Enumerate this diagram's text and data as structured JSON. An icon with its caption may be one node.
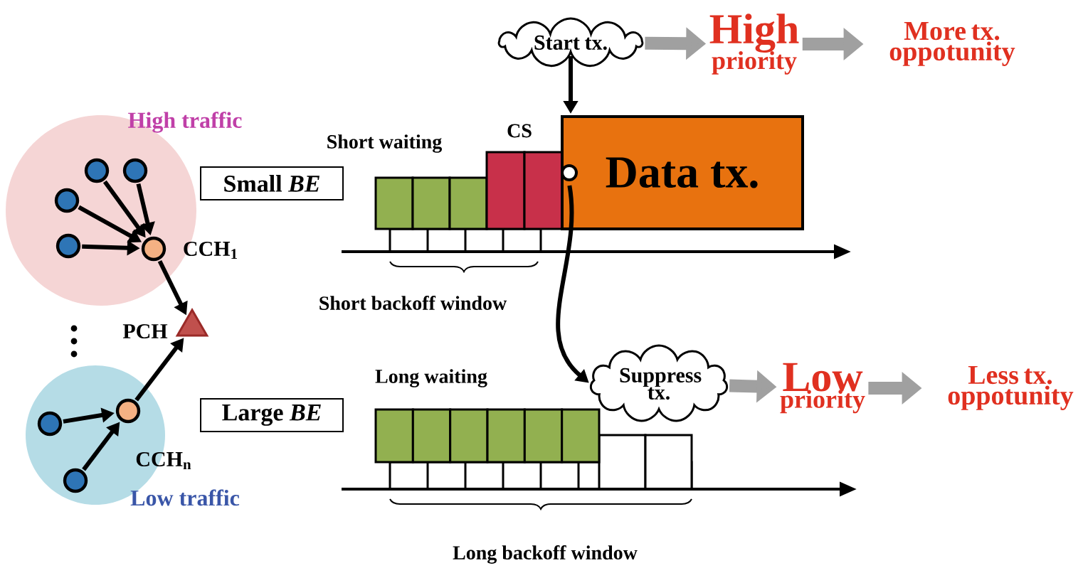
{
  "diagram": {
    "nodes": [
      {
        "text": [
          "High traffic"
        ]
      },
      {
        "text": [],
        "shape": "circle",
        "in": 0
      },
      {
        "text": [],
        "shape": "circle",
        "in": 0
      },
      {
        "text": [],
        "shape": "circle",
        "in": 0
      },
      {
        "text": [],
        "shape": "circle",
        "in": 0
      },
      {
        "text": [],
        "shape": "circle",
        "in": 0,
        "beside": [
          "CCH$_{1}$"
        ]
      },
      {
        "text": [],
        "shape": "triangle",
        "beside": [
          "PCH"
        ]
      },
      {
        "text": [
          "Low traffic"
        ]
      },
      {
        "text": [],
        "shape": "circle",
        "in": 7,
        "beside": [
          "CCH$_{n}$"
        ]
      },
      {
        "text": [],
        "shape": "circle",
        "in": 7
      },
      {
        "text": [],
        "shape": "circle",
        "in": 7
      },
      {
        "text": [
          "Small *BE*"
        ]
      },
      {
        "text": [
          "Large *BE*"
        ]
      },
      {
        "text": [
          "Start tx."
        ]
      },
      {
        "text": [
          "High",
          "priority"
        ]
      },
      {
        "text": [
          "More tx. oppotunity"
        ]
      },
      {
        "text": [
          "Data tx."
        ]
      },
      {
        "text": [
          "Suppress tx."
        ]
      },
      {
        "text": [
          "Low",
          "priority"
        ]
      },
      {
        "text": [
          "Less tx. oppotunity"
        ]
      }
    ],
    "edges": [
      {
        "from": 1,
        "to": 5,
        "arrow": "to"
      },
      {
        "from": 2,
        "to": 5,
        "arrow": "to"
      },
      {
        "from": 3,
        "to": 5,
        "arrow": "to"
      },
      {
        "from": 4,
        "to": 5,
        "arrow": "to"
      },
      {
        "from": 5,
        "to": 6,
        "arrow": "to"
      },
      {
        "from": 9,
        "to": 8,
        "arrow": "to"
      },
      {
        "from": 10,
        "to": 8,
        "arrow": "to"
      },
      {
        "from": 8,
        "to": 6,
        "arrow": "to"
      },
      {
        "from": 13,
        "to": 16,
        "arrow": "to"
      },
      {
        "from": 13,
        "to": 14,
        "arrow": "to",
        "style": "thick",
        "color": "#a0a0a0"
      },
      {
        "from": 14,
        "to": 15,
        "arrow": "to",
        "style": "thick",
        "color": "#a0a0a0"
      },
      {
        "from": 16,
        "to": 17,
        "arrow": "to"
      },
      {
        "from": 17,
        "to": 18,
        "arrow": "to",
        "style": "thick",
        "color": "#a0a0a0"
      },
      {
        "from": 18,
        "to": 19,
        "arrow": "to",
        "style": "thick",
        "color": "#a0a0a0"
      }
    ],
    "labels": [
      "Short waiting",
      "CS",
      "Short backoff window",
      "Long waiting",
      "Long backoff window"
    ]
  }
}
